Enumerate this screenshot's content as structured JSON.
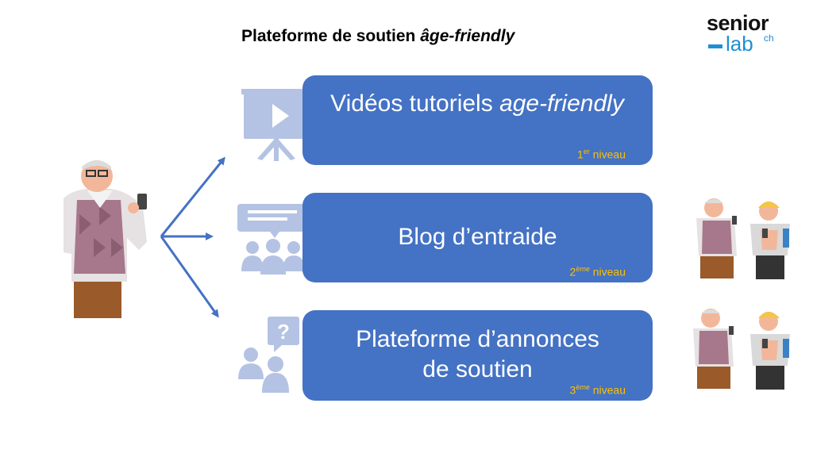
{
  "title": {
    "main": "Plateforme de soutien ",
    "italic": "âge-friendly"
  },
  "logo": {
    "line1": "senior",
    "line2": "lab",
    "suffix": "ch"
  },
  "levels": [
    {
      "label_normal": "Vidéos tutoriels ",
      "label_italic": "age-friendly",
      "level_num": "1",
      "level_sup": "er",
      "level_word": " niveau",
      "icon": "presentation-screen-icon"
    },
    {
      "label_normal": "Blog d’entraide",
      "level_num": "2",
      "level_sup": "ème",
      "level_word": " niveau",
      "icon": "group-chat-icon"
    },
    {
      "label_line1": "Plateforme d’annonces",
      "label_line2": "de soutien",
      "level_num": "3",
      "level_sup": "ème",
      "level_word": " niveau",
      "icon": "question-people-icon"
    }
  ],
  "colors": {
    "box": "#4472c4",
    "level_text": "#ffc000",
    "icon": "#b4c3e3",
    "arrow": "#4472c4",
    "logo_accent": "#1e8fd6"
  }
}
